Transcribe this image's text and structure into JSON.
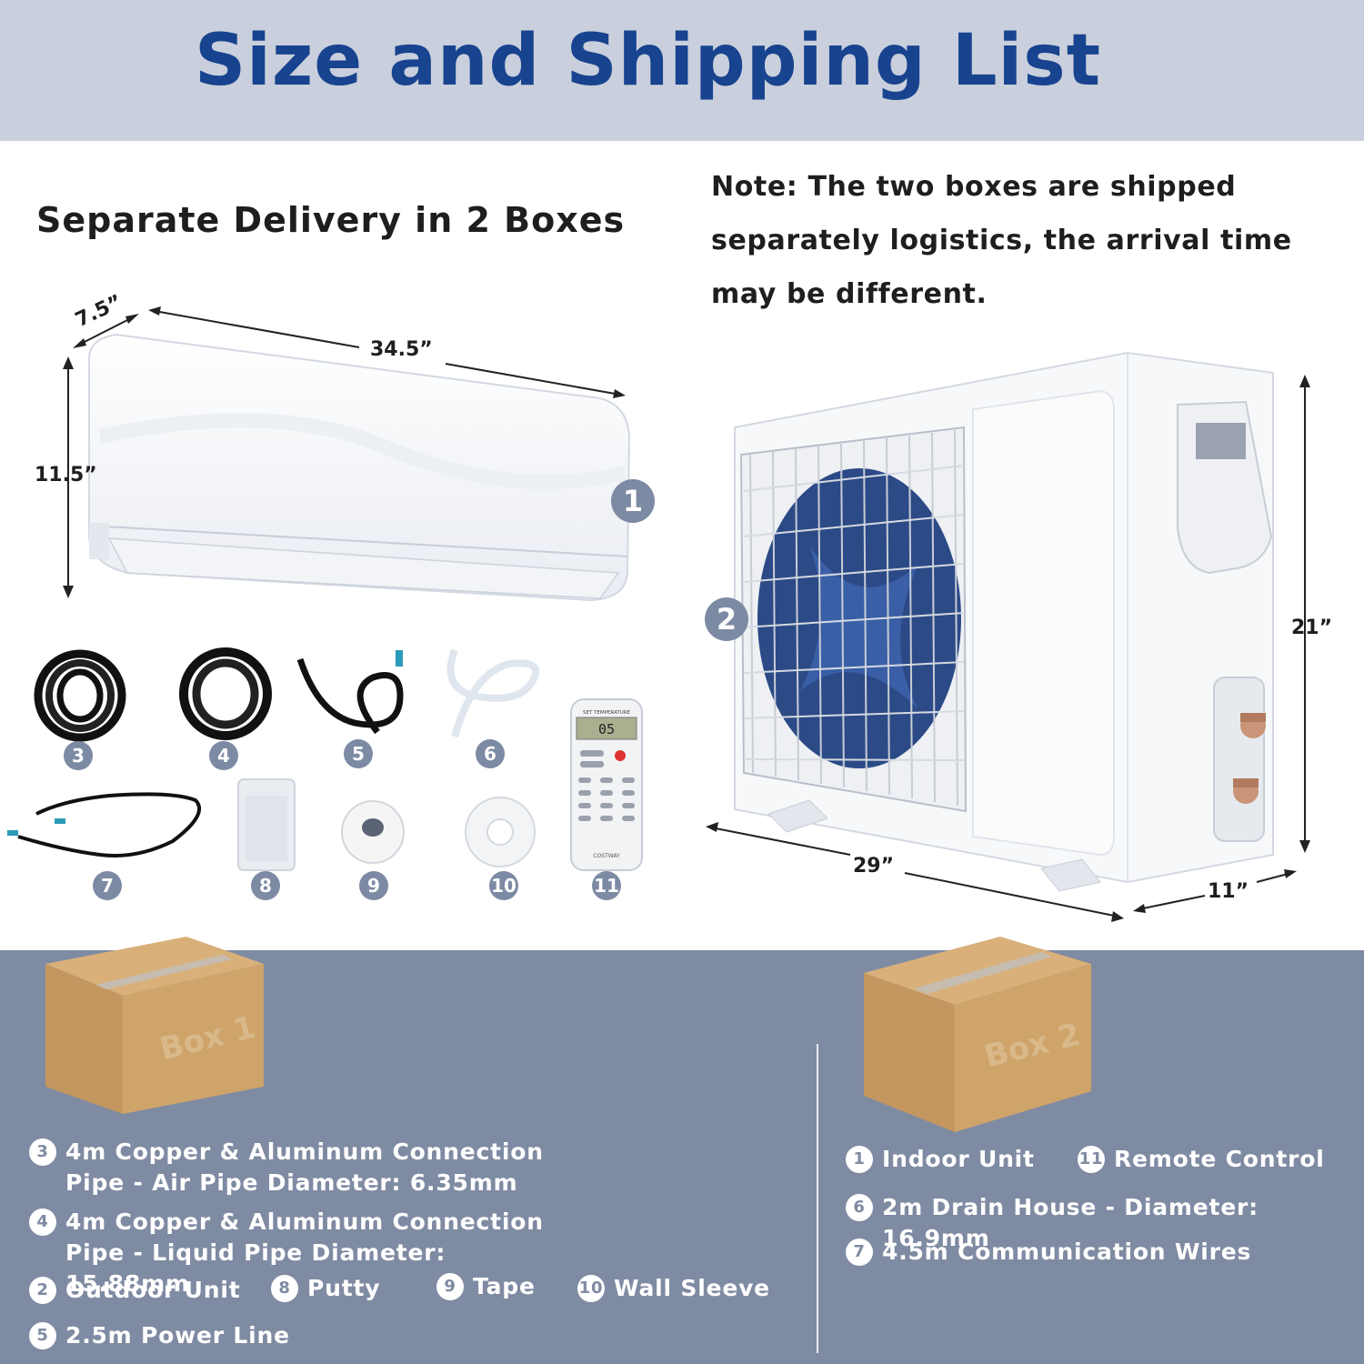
{
  "header": {
    "title": "Size and Shipping List"
  },
  "subtitle": "Separate Delivery in 2 Boxes",
  "note": "Note: The two boxes are shipped separately logistics, the arrival time may be different.",
  "indoor": {
    "depth": "7.5”",
    "width": "34.5”",
    "height": "11.5”",
    "badge": "1"
  },
  "outdoor": {
    "width": "29”",
    "depth": "11”",
    "height": "21”",
    "badge": "2"
  },
  "accessories": [
    {
      "num": "3"
    },
    {
      "num": "4"
    },
    {
      "num": "5"
    },
    {
      "num": "6"
    },
    {
      "num": "7"
    },
    {
      "num": "8"
    },
    {
      "num": "9"
    },
    {
      "num": "10"
    },
    {
      "num": "11"
    }
  ],
  "remote": {
    "brand": "COSTWAY",
    "display": "05",
    "top_label": "SET TEMPERATURE"
  },
  "box1": {
    "label": "Box 1",
    "items": [
      {
        "num": "3",
        "text": "4m Copper & Aluminum Connection Pipe - Air Pipe Diameter: 6.35mm"
      },
      {
        "num": "4",
        "text": "4m Copper & Aluminum Connection Pipe - Liquid Pipe Diameter: 15.88mm"
      },
      {
        "num": "2",
        "text": "Outdoor Unit"
      },
      {
        "num": "8",
        "text": "Putty"
      },
      {
        "num": "9",
        "text": "Tape"
      },
      {
        "num": "10",
        "text": "Wall Sleeve"
      },
      {
        "num": "5",
        "text": "2.5m Power Line"
      }
    ]
  },
  "box2": {
    "label": "Box 2",
    "items": [
      {
        "num": "1",
        "text": "Indoor Unit"
      },
      {
        "num": "11",
        "text": "Remote Control"
      },
      {
        "num": "6",
        "text": "2m Drain House - Diameter: 16.9mm"
      },
      {
        "num": "7",
        "text": "4.5m Communication Wires"
      }
    ]
  }
}
